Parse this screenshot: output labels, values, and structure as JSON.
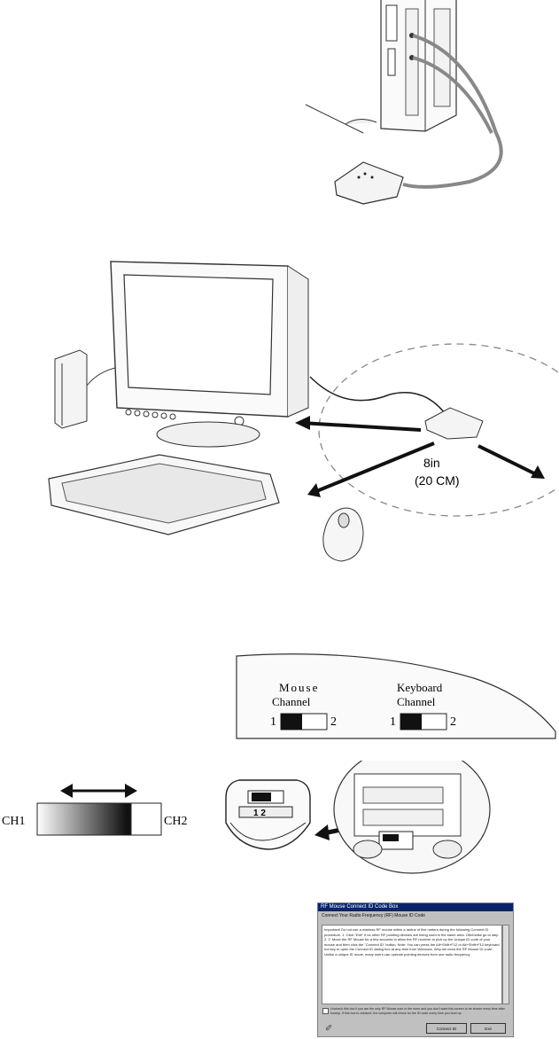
{
  "distance_label_1": "8in",
  "distance_label_2": "(20 CM)",
  "mouse_channel_label_1": "Mouse",
  "mouse_channel_label_2": "Channel",
  "keyboard_channel_label_1": "Keyboard",
  "keyboard_channel_label_2": "Channel",
  "switch_pos_1": "1",
  "switch_pos_2": "2",
  "ch1_label": "CH1",
  "ch2_label": "CH2",
  "mouse_switch_labels": "1 2",
  "dialog": {
    "title": "RF Mouse Connect ID Code Box",
    "subtitle": "Connect Your Radio Frequency (RF) Mouse ID Code",
    "body": "Important! Do not use a wireless RF mouse within a radius of five meters during the following Connect ID procedure. 1. Click \"Exit\" if no other RF pointing devices are being used in the same area. Otherwise go to step 2. 2. Move the RF Mouse for a few seconds to allow the RF receiver to pick up the Unique ID code of your mouse and then click the \"Connect ID\" button. Note: You can press the Alt+Shift+F12 or Alt+Shift+F12 keyboard hot key to open the Connect ID dialog box at any time from Windows. Why we need the RF Mouse ID code: Unlike a unique ID mode, many users can operate pointing devices from one radio frequency.",
    "checkbox_note": "Uncheck this box if you are the only RF Mouse user in the room and you don't want this screen to be shown every time after bootup. If this box is checked, the computer will check for the ID code every time you boot up.",
    "connect_button": "Connect ID",
    "exit_button": "Exit"
  }
}
